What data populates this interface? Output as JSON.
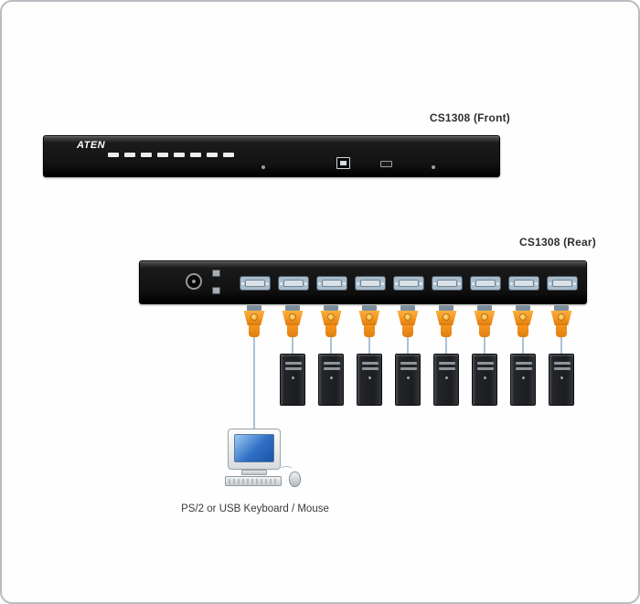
{
  "front": {
    "label": "CS1308 (Front)",
    "brand": "ATEN",
    "port_button_count": 8
  },
  "rear": {
    "label": "CS1308 (Rear)",
    "vga_port_count": 9
  },
  "computers": {
    "tower_count": 8
  },
  "console": {
    "caption": "PS/2 or USB Keyboard / Mouse"
  },
  "colors": {
    "connector_orange": "#f7941e",
    "cable_blue": "#a9c3d2",
    "vga_port_blue": "#a9bccb",
    "screen_blue": "#2e6fc4",
    "border_gray": "#b9bdc1"
  }
}
